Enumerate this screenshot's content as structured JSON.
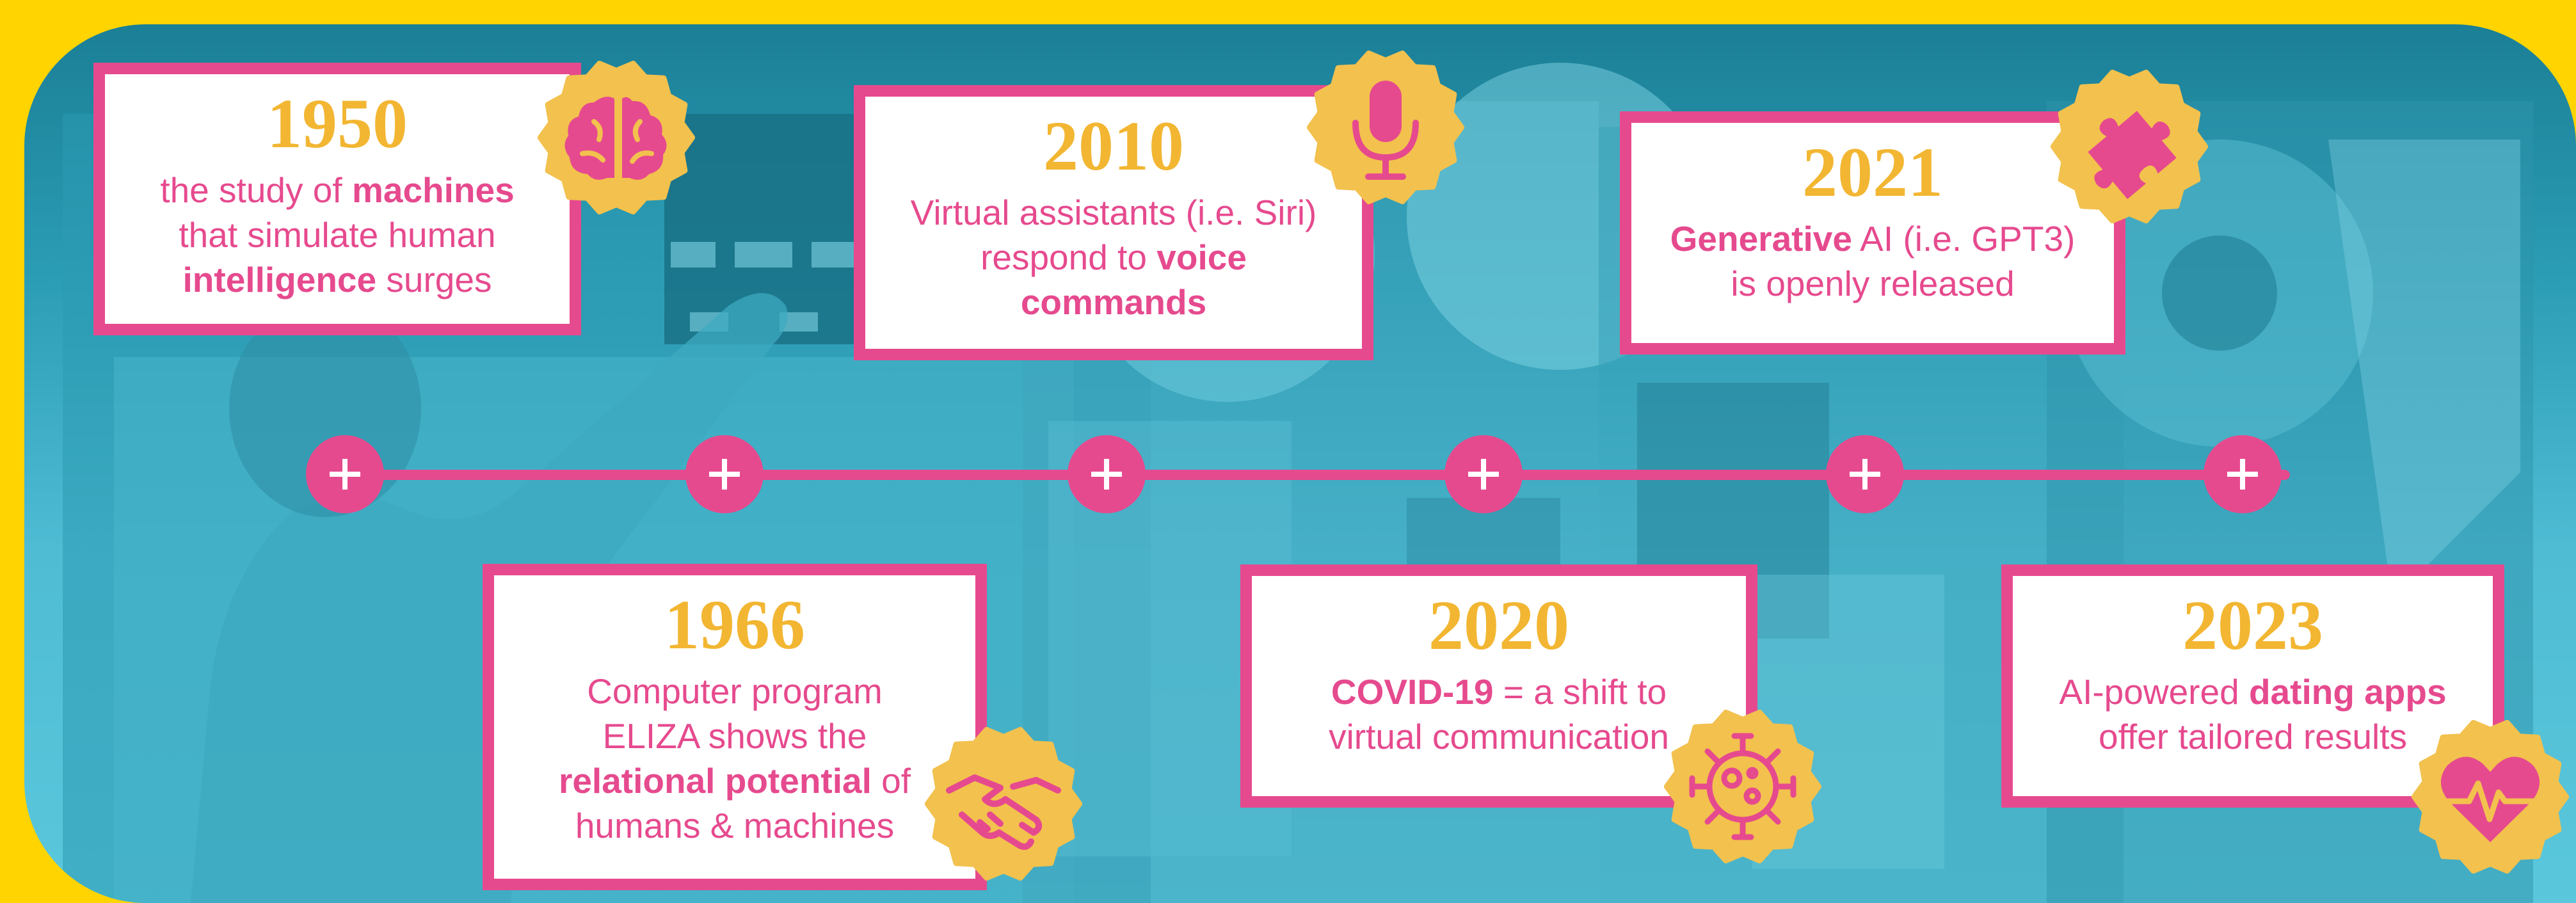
{
  "colors": {
    "background": "#ffd400",
    "accent_pink": "#e64a8e",
    "accent_gold": "#f2b632",
    "panel_teal": "#2a9cb4"
  },
  "timeline": {
    "events": [
      {
        "year": "1950",
        "lines": [
          [
            {
              "t": "the study of "
            },
            {
              "t": "machines",
              "b": true
            }
          ],
          [
            {
              "t": "that simulate human"
            }
          ],
          [
            {
              "t": "intelligence",
              "b": true
            },
            {
              "t": " surges"
            }
          ]
        ],
        "icon": "brain-icon"
      },
      {
        "year": "1966",
        "lines": [
          [
            {
              "t": "Computer program"
            }
          ],
          [
            {
              "t": "ELIZA shows the"
            }
          ],
          [
            {
              "t": "relational potential",
              "b": true
            },
            {
              "t": " of"
            }
          ],
          [
            {
              "t": "humans & machines"
            }
          ]
        ],
        "icon": "handshake-icon"
      },
      {
        "year": "2010",
        "lines": [
          [
            {
              "t": "Virtual assistants (i.e. Siri)"
            }
          ],
          [
            {
              "t": "respond to "
            },
            {
              "t": "voice",
              "b": true
            }
          ],
          [
            {
              "t": "commands",
              "b": true
            }
          ]
        ],
        "icon": "microphone-icon"
      },
      {
        "year": "2020",
        "lines": [
          [
            {
              "t": "COVID-19",
              "b": true
            },
            {
              "t": " = a shift to"
            }
          ],
          [
            {
              "t": "virtual communication"
            }
          ]
        ],
        "icon": "virus-icon"
      },
      {
        "year": "2021",
        "lines": [
          [
            {
              "t": "Generative",
              "b": true
            },
            {
              "t": " AI (i.e. GPT3)"
            }
          ],
          [
            {
              "t": "is openly released"
            }
          ]
        ],
        "icon": "puzzle-icon"
      },
      {
        "year": "2023",
        "lines": [
          [
            {
              "t": "AI-powered "
            },
            {
              "t": "dating apps",
              "b": true
            }
          ],
          [
            {
              "t": "offer tailored results"
            }
          ]
        ],
        "icon": "heart-pulse-icon"
      }
    ],
    "node_symbol": "+"
  }
}
